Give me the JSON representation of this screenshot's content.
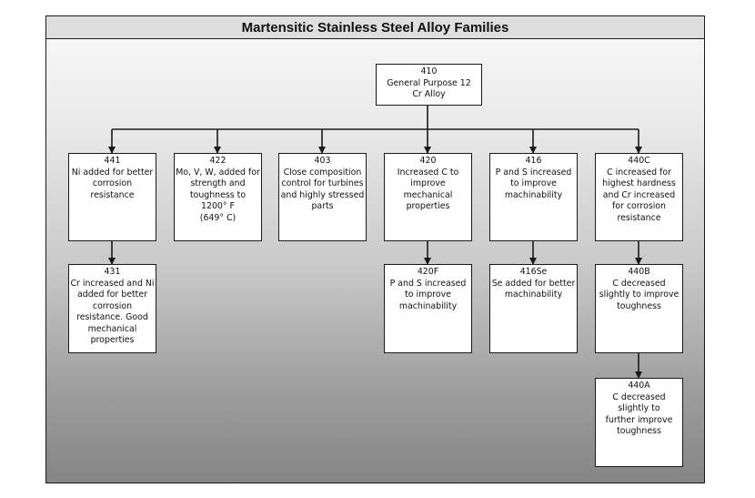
{
  "title": "Martensitic Stainless Steel Alloy Families",
  "nodes": {
    "n410": {
      "code": "410",
      "desc": "General Purpose 12\nCr Alloy"
    },
    "n441": {
      "code": "441",
      "desc": "Ni added for better\ncorrosion\nresistance"
    },
    "n422": {
      "code": "422",
      "desc": "Mo, V, W, added for\nstrength and\ntoughness to\n1200° F\n(649° C)"
    },
    "n403": {
      "code": "403",
      "desc": "Close composition\ncontrol for turbines\nand highly stressed\nparts"
    },
    "n420": {
      "code": "420",
      "desc": "Increased C to\nimprove\nmechanical\nproperties"
    },
    "n416": {
      "code": "416",
      "desc": "P and S increased\nto improve\nmachinability"
    },
    "n440C": {
      "code": "440C",
      "desc": "C increased for\nhighest hardness\nand Cr increased\nfor corrosion\nresistance"
    },
    "n431": {
      "code": "431",
      "desc": "Cr increased and Ni\nadded for better\ncorrosion\nresistance. Good\nmechanical\nproperties"
    },
    "n420F": {
      "code": "420F",
      "desc": "P and S increased\nto improve\nmachinability"
    },
    "n416Se": {
      "code": "416Se",
      "desc": "Se added for better\nmachinability"
    },
    "n440B": {
      "code": "440B",
      "desc": "C decreased\nslightly to improve\ntoughness"
    },
    "n440A": {
      "code": "440A",
      "desc": "C decreased\nslightly to\nfurther improve\ntoughness"
    }
  }
}
